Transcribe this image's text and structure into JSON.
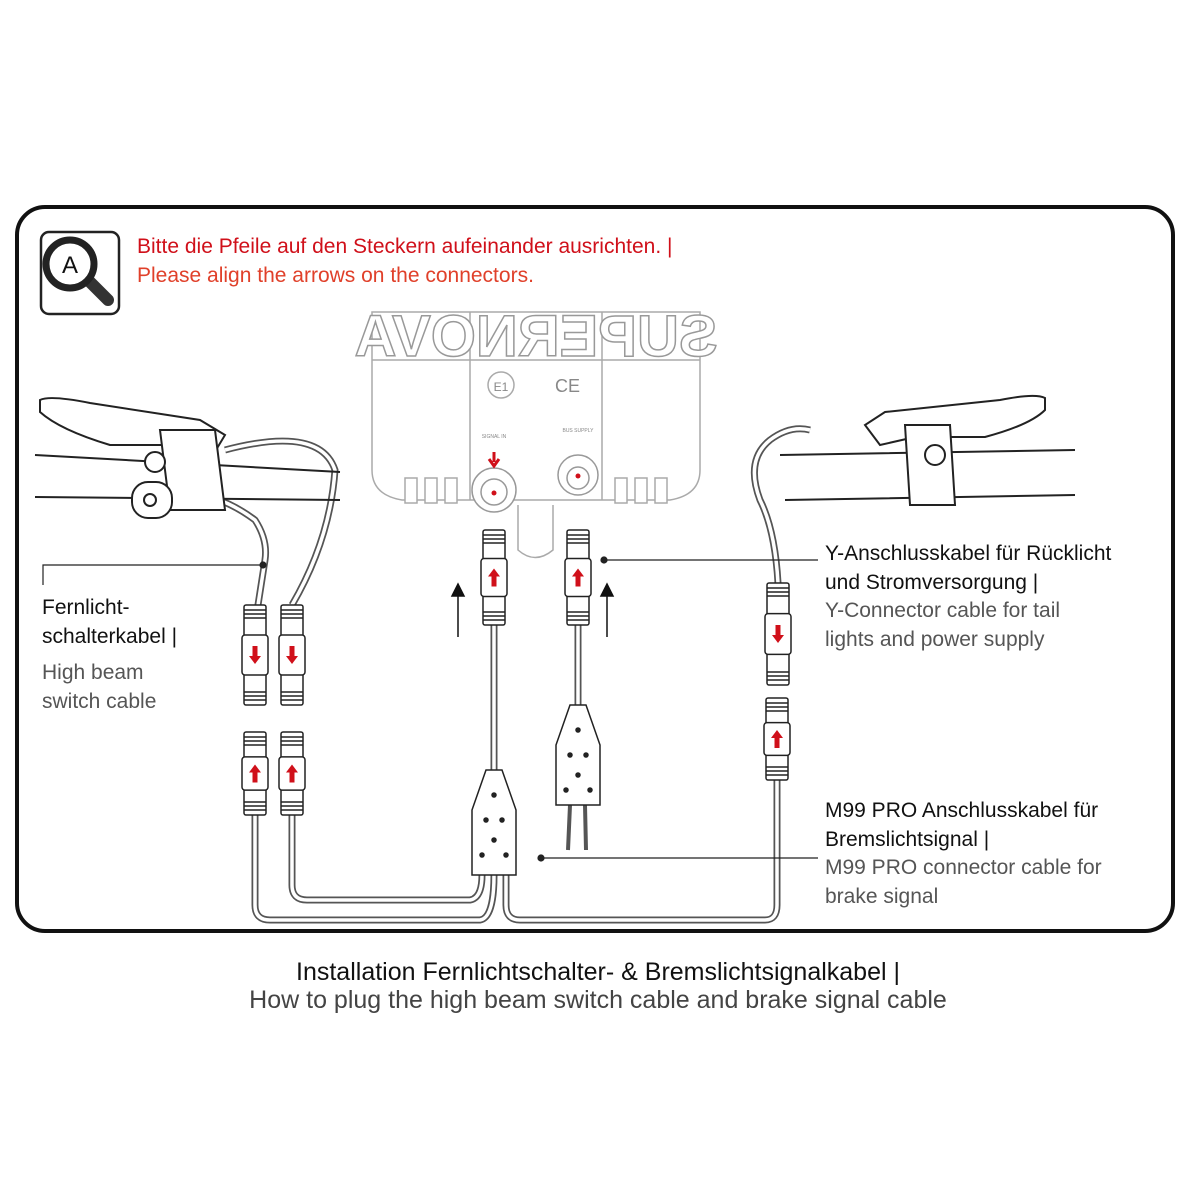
{
  "note": {
    "icon": "magnifier-letter-a-icon",
    "de": "Bitte die Pfeile auf den Steckern aufeinander ausrichten. |",
    "en": "Please align the arrows on the connectors."
  },
  "device": {
    "brand": "SUPERNOVA",
    "port_left": "SIGNAL IN",
    "port_right": "BUS SUPPLY"
  },
  "labels": {
    "high_beam": {
      "de1": "Fernlicht-",
      "de2": "schalterkabel |",
      "en1": "High beam",
      "en2": "switch cable"
    },
    "y_connector": {
      "de1": "Y-Anschlusskabel für Rücklicht",
      "de2": "und Stromversorgung |",
      "en1": "Y-Connector cable for tail",
      "en2": "lights and power supply"
    },
    "m99": {
      "de1": "M99 PRO Anschlusskabel für",
      "de2": "Bremslichtsignal |",
      "en1": "M99 PRO connector cable for",
      "en2": "brake signal"
    }
  },
  "caption": {
    "de": "Installation Fernlichtschalter- & Bremslichtsignalkabel |",
    "en": "How to plug the high beam switch cable and brake signal cable"
  },
  "colors": {
    "accent": "#d0101a",
    "line": "#555555"
  }
}
